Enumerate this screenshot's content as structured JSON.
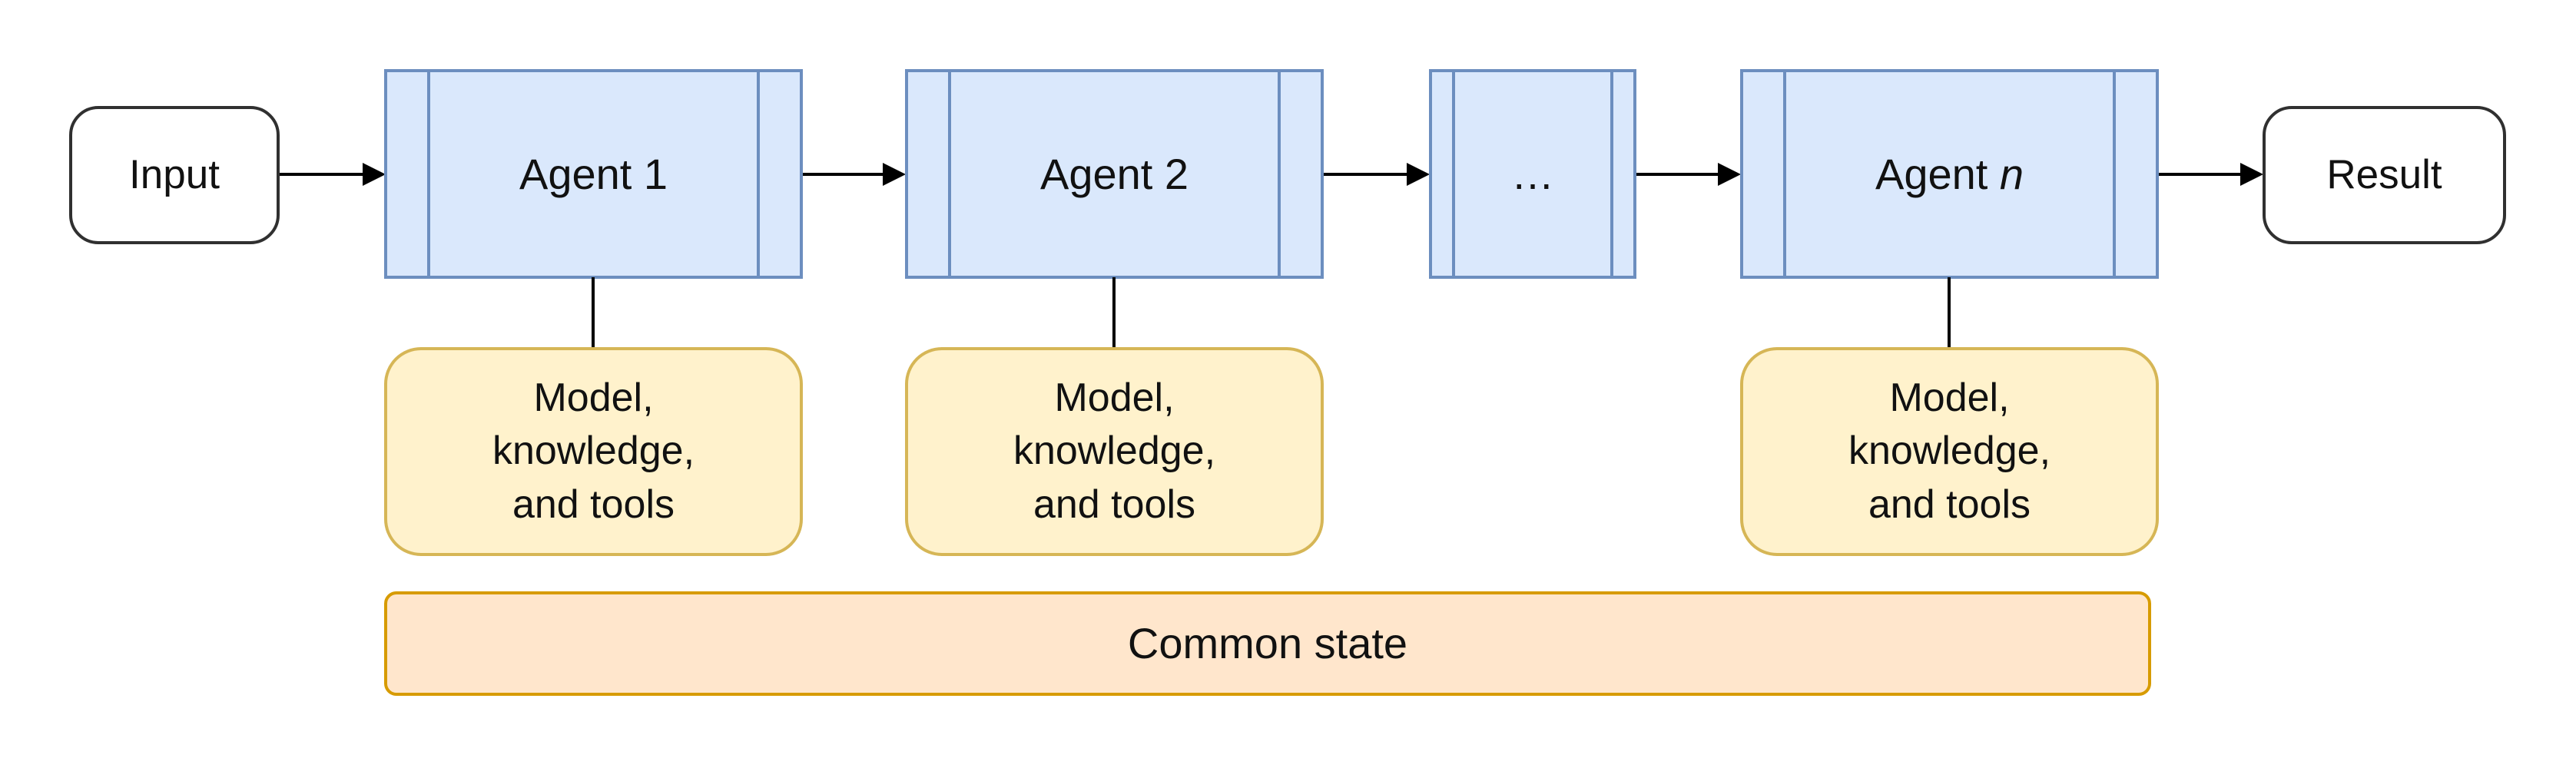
{
  "colors": {
    "agent_fill": "#dae8fc",
    "agent_border": "#6c8ebf",
    "resource_fill": "#fff2cc",
    "resource_border": "#d6b656",
    "state_fill": "#ffe6cc",
    "state_border": "#d79b00",
    "terminal_fill": "#ffffff",
    "terminal_border": "#303030",
    "connector": "#000000"
  },
  "nodes": {
    "input": {
      "label": "Input"
    },
    "agent1": {
      "label": "Agent 1"
    },
    "agent2": {
      "label": "Agent 2"
    },
    "ellipsis": {
      "label": "…"
    },
    "agentn": {
      "label_prefix": "Agent ",
      "label_var": "n"
    },
    "result": {
      "label": "Result"
    },
    "resource1": {
      "lines": [
        "Model,",
        "knowledge,",
        "and tools"
      ]
    },
    "resource2": {
      "lines": [
        "Model,",
        "knowledge,",
        "and tools"
      ]
    },
    "resource3": {
      "lines": [
        "Model,",
        "knowledge,",
        "and tools"
      ]
    },
    "common_state": {
      "label": "Common state"
    }
  }
}
